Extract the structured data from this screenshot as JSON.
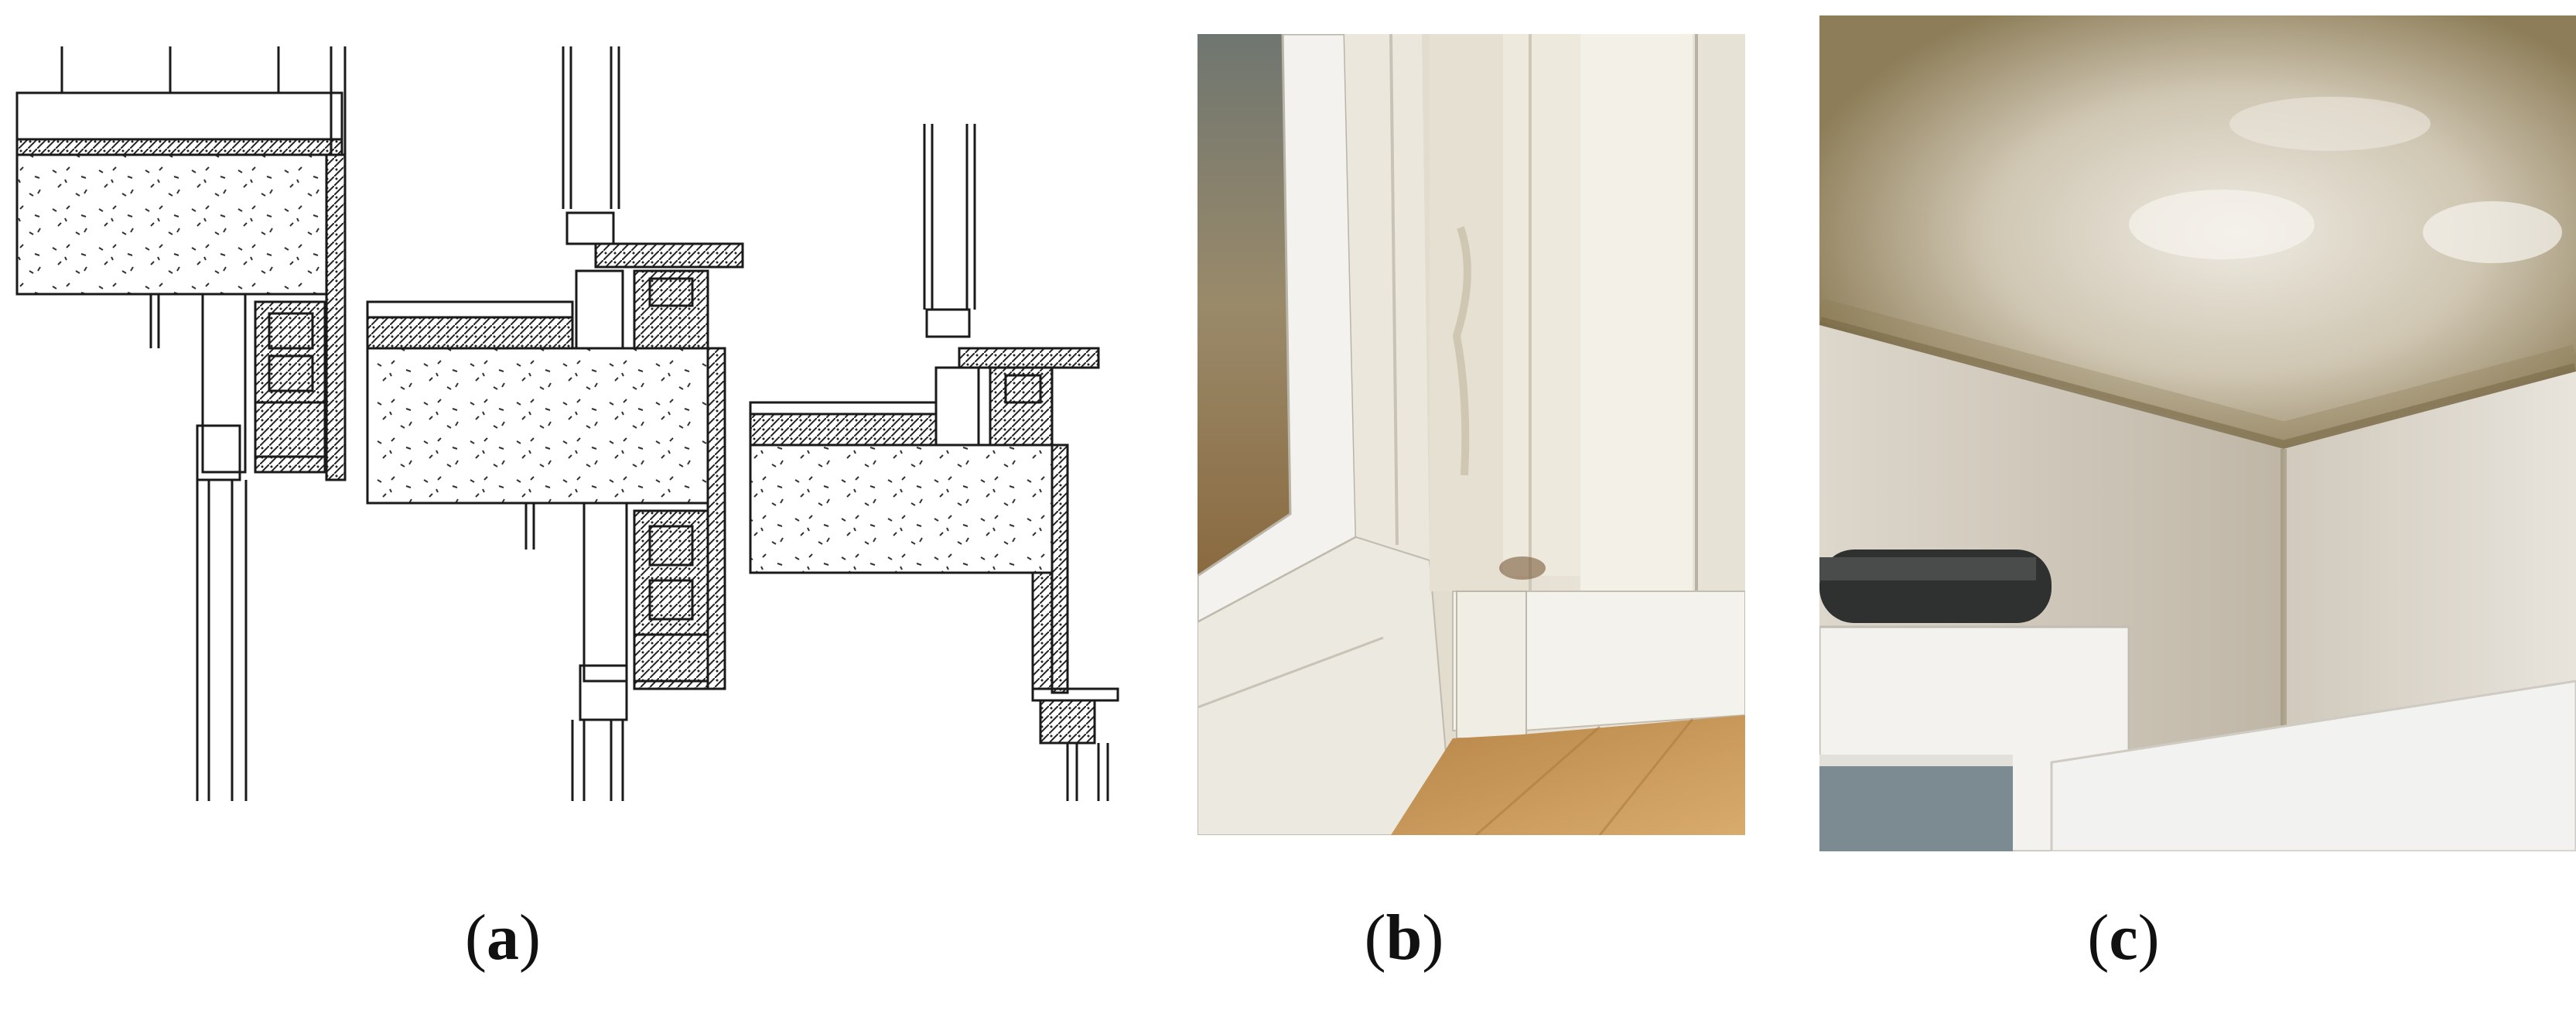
{
  "figure": {
    "panels": [
      {
        "id": "a",
        "caption_open": "(",
        "caption_letter": "a",
        "caption_close": ")",
        "kind": "technical-section-drawing"
      },
      {
        "id": "b",
        "caption_open": "(",
        "caption_letter": "b",
        "caption_close": ")",
        "kind": "photo-window-corner"
      },
      {
        "id": "c",
        "caption_open": "(",
        "caption_letter": "c",
        "caption_close": ")",
        "kind": "photo-ceiling-mould"
      }
    ]
  },
  "colors": {
    "line": "#1a1a1a",
    "floor": "#c89a58",
    "wall": "#e9e4d8",
    "ceiling": "#ddd8cc",
    "mould": "#8a7a52",
    "frame": "#f2f1ec",
    "glass": "#7f8a86",
    "roller": "#333333"
  }
}
